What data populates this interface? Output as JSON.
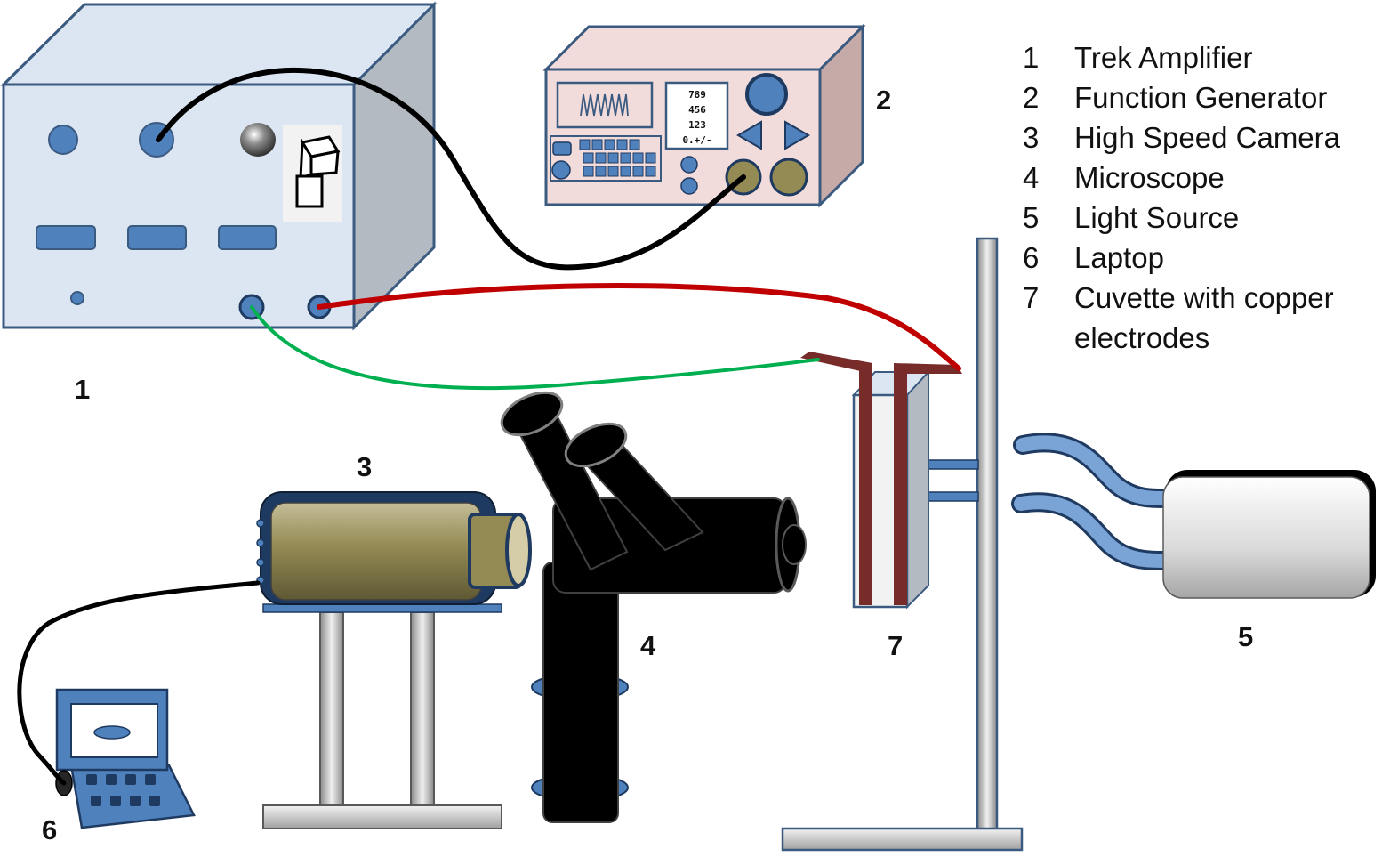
{
  "legend": [
    {
      "num": "1",
      "text": "Trek Amplifier"
    },
    {
      "num": "2",
      "text": "Function Generator"
    },
    {
      "num": "3",
      "text": "High Speed Camera"
    },
    {
      "num": "4",
      "text": "Microscope"
    },
    {
      "num": "5",
      "text": "Light Source"
    },
    {
      "num": "6",
      "text": "Laptop"
    },
    {
      "num": "7",
      "text": "Cuvette with copper",
      "cont": "electrodes"
    }
  ],
  "labels": {
    "amplifier": "1",
    "function_generator": "2",
    "camera": "3",
    "microscope": "4",
    "light_source": "5",
    "laptop": "6",
    "cuvette": "7"
  },
  "function_generator_keypad": [
    "789",
    "456",
    "123",
    "0.+/-"
  ],
  "colors": {
    "amplifier_face": "#dce6f2",
    "generator_face": "#f2dcdb",
    "knob_blue": "#4f81bd",
    "wire_red": "#c00000",
    "wire_green": "#00b050",
    "wire_black": "#000000",
    "electrode": "#772c2a",
    "camera_body": "#948a54"
  }
}
